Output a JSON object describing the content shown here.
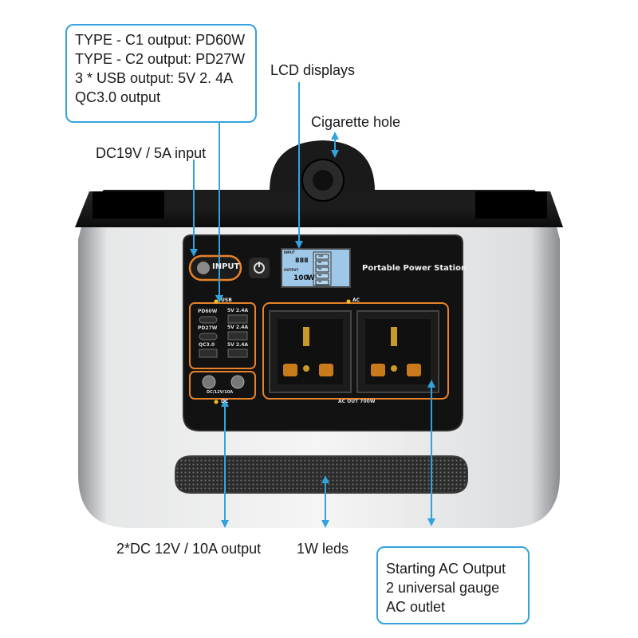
{
  "callouts": {
    "usb_box": {
      "line1": "TYPE - C1 output: PD60W",
      "line2": "TYPE - C2 output: PD27W",
      "line3": "3 * USB output: 5V 2. 4A",
      "line4": "QC3.0 output"
    },
    "ac_box": {
      "line1": "Starting AC Output",
      "line2": "2 universal gauge",
      "line3": "AC outlet"
    },
    "lcd": "LCD displays",
    "cigarette": "Cigarette hole",
    "dc_input": "DC19V / 5A input",
    "dc_output": "2*DC 12V / 10A output",
    "leds": "1W leds"
  },
  "device": {
    "brand_text": "Portable Power Station",
    "input_button": "INPUT",
    "usb_section": "USB",
    "ac_section": "AC",
    "dc_section": "DC",
    "port_pd60": "PD60W",
    "port_pd27": "PD27W",
    "port_qc": "QC3.0",
    "port_usb1": "5V 2.4A",
    "port_usb2": "5V 2.4A",
    "port_usb3": "5V 2.4A",
    "dc_port_label": "DC/12V/10A",
    "ac_out_label": "AC OUT 700W",
    "lcd_input": "INPUT",
    "lcd_output": "OUTPUT",
    "lcd_in_value": "888",
    "lcd_out_value": "100",
    "lcd_out_unit": "W",
    "lcd_levels": [
      "100",
      "80",
      "60",
      "40",
      "20"
    ]
  },
  "colors": {
    "callout_border": "#33a3dc",
    "arrow": "#33a3dc",
    "accent_orange": "#e8832a",
    "body_black": "#141414",
    "body_silver": "#cfd1d3"
  }
}
